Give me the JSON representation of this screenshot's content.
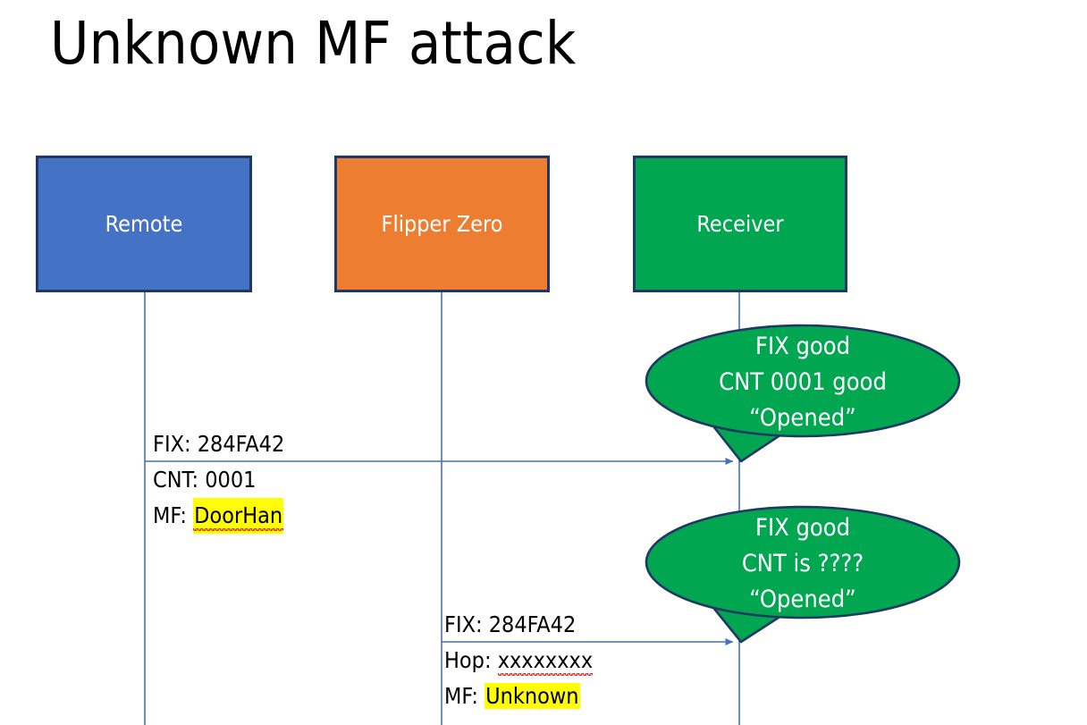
{
  "slide": {
    "title": "Unknown MF attack",
    "background": "#ffffff"
  },
  "colors": {
    "remote_box": "#4472C4",
    "flipper_box": "#ED7D31",
    "receiver_box": "#00A650",
    "box_border": "#1F3864",
    "lifeline": "#4472C4",
    "bubble_fill": "#00A650",
    "bubble_border": "#1F3864",
    "highlight": "#FFFF00",
    "spellcheck_underline": "#E01B1B",
    "text_dark": "#000000",
    "text_light": "#FFFFFF"
  },
  "actors": [
    {
      "id": "remote",
      "label": "Remote"
    },
    {
      "id": "flipper",
      "label": "Flipper Zero"
    },
    {
      "id": "receiver",
      "label": "Receiver"
    }
  ],
  "messages": [
    {
      "id": "remote-to-receiver",
      "from": "remote",
      "to": "receiver",
      "lines": [
        {
          "label": "FIX: ",
          "value": "284FA42",
          "highlight": false,
          "squiggle": false
        },
        {
          "label": "CNT: ",
          "value": "0001",
          "highlight": false,
          "squiggle": false
        },
        {
          "label": "MF: ",
          "value": "DoorHan",
          "highlight": true,
          "squiggle": true
        }
      ]
    },
    {
      "id": "flipper-to-receiver",
      "from": "flipper",
      "to": "receiver",
      "lines": [
        {
          "label": "FIX: ",
          "value": "284FA42",
          "highlight": false,
          "squiggle": false
        },
        {
          "label": "Hop: ",
          "value": "xxxxxxxx",
          "highlight": false,
          "squiggle": true
        },
        {
          "label": "MF: ",
          "value": "Unknown",
          "highlight": true,
          "squiggle": false
        }
      ]
    }
  ],
  "bubbles": [
    {
      "id": "bubble-receiver-1",
      "owner": "receiver",
      "lines": [
        "FIX good",
        "CNT 0001 good",
        "“Opened”"
      ]
    },
    {
      "id": "bubble-receiver-2",
      "owner": "receiver",
      "lines": [
        "FIX good",
        "CNT is ????",
        "“Opened”"
      ]
    }
  ]
}
